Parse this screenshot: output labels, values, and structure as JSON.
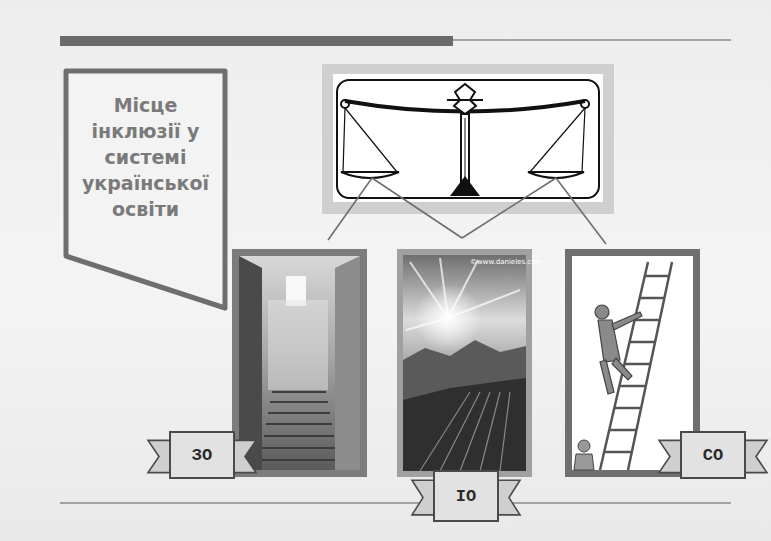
{
  "diagram": {
    "nodes": [
      {
        "text": [
          "Місце інклюзії у системі української освіти"
        ]
      },
      {
        "text": [
          "ЗО"
        ]
      },
      {
        "text": [
          "ІО"
        ]
      },
      {
        "text": [
          "СО"
        ]
      }
    ],
    "labels": [
      "©www.danieles.com"
    ]
  }
}
